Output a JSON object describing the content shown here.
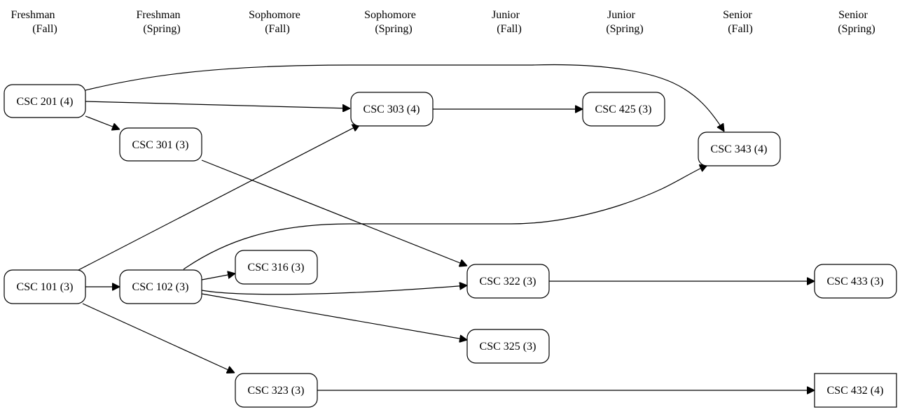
{
  "semesters": [
    {
      "line1": "Freshman",
      "line2": "(Fall)"
    },
    {
      "line1": "Freshman",
      "line2": "(Spring)"
    },
    {
      "line1": "Sophomore",
      "line2": "(Fall)"
    },
    {
      "line1": "Sophomore",
      "line2": "(Spring)"
    },
    {
      "line1": "Junior",
      "line2": "(Fall)"
    },
    {
      "line1": "Junior",
      "line2": "(Spring)"
    },
    {
      "line1": "Senior",
      "line2": "(Fall)"
    },
    {
      "line1": "Senior",
      "line2": "(Spring)"
    }
  ],
  "courses": {
    "csc201": {
      "label": "CSC 201 (4)",
      "shape": "rounded"
    },
    "csc301": {
      "label": "CSC 301 (3)",
      "shape": "rounded"
    },
    "csc303": {
      "label": "CSC 303 (4)",
      "shape": "rounded"
    },
    "csc425": {
      "label": "CSC 425 (3)",
      "shape": "rounded"
    },
    "csc343": {
      "label": "CSC 343 (4)",
      "shape": "rounded"
    },
    "csc101": {
      "label": "CSC 101 (3)",
      "shape": "rounded"
    },
    "csc102": {
      "label": "CSC 102 (3)",
      "shape": "rounded"
    },
    "csc316": {
      "label": "CSC 316 (3)",
      "shape": "rounded"
    },
    "csc322": {
      "label": "CSC 322 (3)",
      "shape": "rounded"
    },
    "csc433": {
      "label": "CSC 433 (3)",
      "shape": "rounded"
    },
    "csc325": {
      "label": "CSC 325 (3)",
      "shape": "rounded"
    },
    "csc323": {
      "label": "CSC 323 (3)",
      "shape": "rounded"
    },
    "csc432": {
      "label": "CSC 432 (4)",
      "shape": "square"
    }
  },
  "prerequisites": [
    {
      "from": "csc201",
      "to": "csc343"
    },
    {
      "from": "csc201",
      "to": "csc303"
    },
    {
      "from": "csc201",
      "to": "csc301"
    },
    {
      "from": "csc303",
      "to": "csc425"
    },
    {
      "from": "csc301",
      "to": "csc322"
    },
    {
      "from": "csc101",
      "to": "csc303"
    },
    {
      "from": "csc101",
      "to": "csc102"
    },
    {
      "from": "csc101",
      "to": "csc323"
    },
    {
      "from": "csc102",
      "to": "csc343"
    },
    {
      "from": "csc102",
      "to": "csc316"
    },
    {
      "from": "csc102",
      "to": "csc322"
    },
    {
      "from": "csc102",
      "to": "csc325"
    },
    {
      "from": "csc322",
      "to": "csc433"
    },
    {
      "from": "csc323",
      "to": "csc432"
    }
  ]
}
